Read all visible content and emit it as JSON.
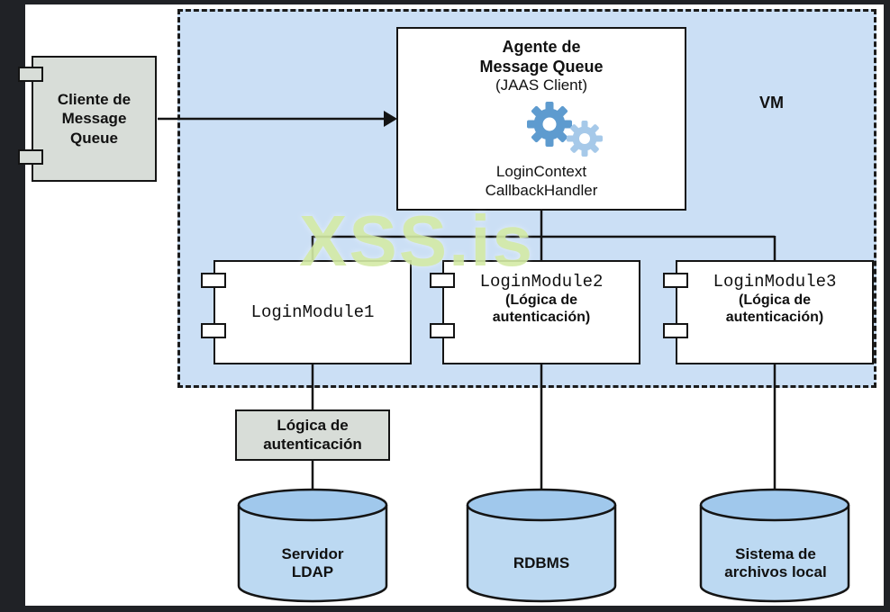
{
  "watermark": {
    "text": "XSS.is"
  },
  "vm": {
    "label": "VM"
  },
  "client": {
    "line1": "Cliente de",
    "line2": "Message",
    "line3": "Queue"
  },
  "agent": {
    "title1": "Agente de",
    "title2": "Message Queue",
    "subtitle": "(JAAS Client)",
    "context": "LoginContext",
    "handler": "CallbackHandler"
  },
  "modules": [
    {
      "name": "LoginModule1"
    },
    {
      "name": "LoginModule2",
      "note1": "(Lógica de",
      "note2": "autenticación)"
    },
    {
      "name": "LoginModule3",
      "note1": "(Lógica de",
      "note2": "autenticación)"
    }
  ],
  "auth_box": {
    "line1": "Lógica de",
    "line2": "autenticación"
  },
  "stores": [
    {
      "line1": "Servidor",
      "line2": "LDAP"
    },
    {
      "line1": "RDBMS",
      "line2": ""
    },
    {
      "line1": "Sistema de",
      "line2": "archivos local"
    }
  ],
  "icons": {
    "gears_icon": "⚙⚙",
    "component_port_icon": "▭"
  },
  "colors": {
    "frame_background": "#202226",
    "canvas_background": "#ffffff",
    "vm_fill": "#cbdff5",
    "component_fill": "#ffffff",
    "client_fill": "#d8ddd8",
    "auth_box_fill": "#d8ddd8",
    "cylinder_body": "#bcd9f2",
    "cylinder_top": "#a0c8ec",
    "gear_dark": "#5e9bcf",
    "gear_light": "#a6c9e9",
    "watermark_color": "#d4eba6",
    "line_color": "#141414"
  }
}
